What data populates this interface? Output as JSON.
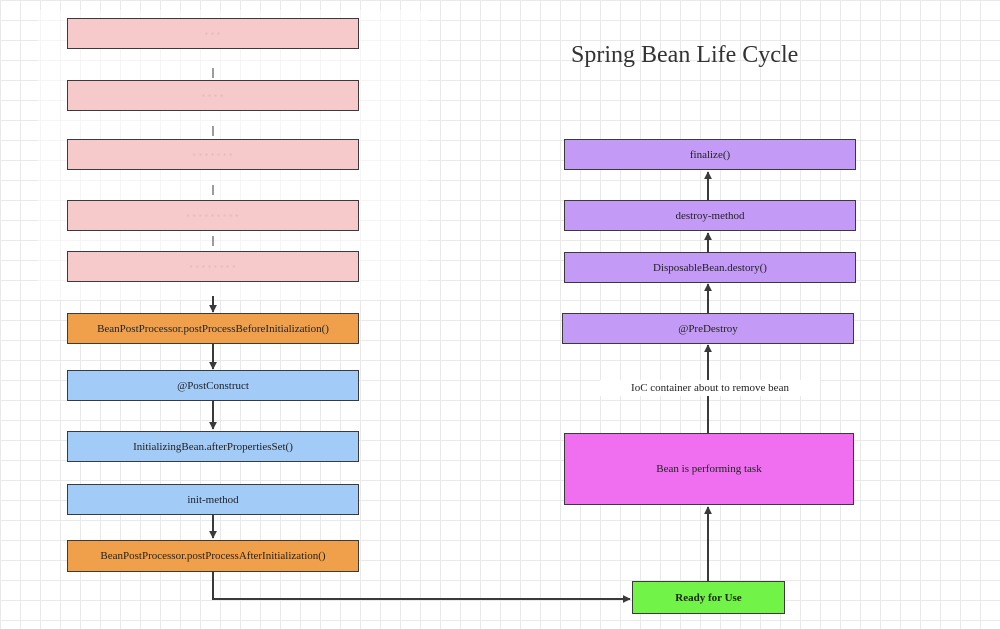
{
  "title": "Spring Bean Life Cycle",
  "colors": {
    "obscured": "#f6c9ca",
    "post_processor": "#f0a04b",
    "init_step": "#a3cbf8",
    "destroy_step": "#c39af5",
    "task": "#f06ef0",
    "ready": "#71f348",
    "line": "#3a3a3a"
  },
  "init_flow": {
    "obscured_steps": [
      "· · ·",
      "· · · ·",
      "· · · · · · ·",
      "· · · · · · · · ·",
      "· · · · · · · ·"
    ],
    "before_init": "BeanPostProcessor.postProcessBeforeInitialization()",
    "post_construct": "@PostConstruct",
    "after_properties_set": "InitializingBean.afterPropertiesSet()",
    "init_method": "init-method",
    "after_init": "BeanPostProcessor.postProcessAfterInitialization()"
  },
  "ready": "Ready for Use",
  "task": "Bean is performing task",
  "remove_label": "IoC container about to remove bean",
  "destroy_flow": {
    "pre_destroy": "@PreDestroy",
    "disposable_destroy": "DisposableBean.destory()",
    "destroy_method": "destroy-method",
    "finalize": "finalize()"
  }
}
